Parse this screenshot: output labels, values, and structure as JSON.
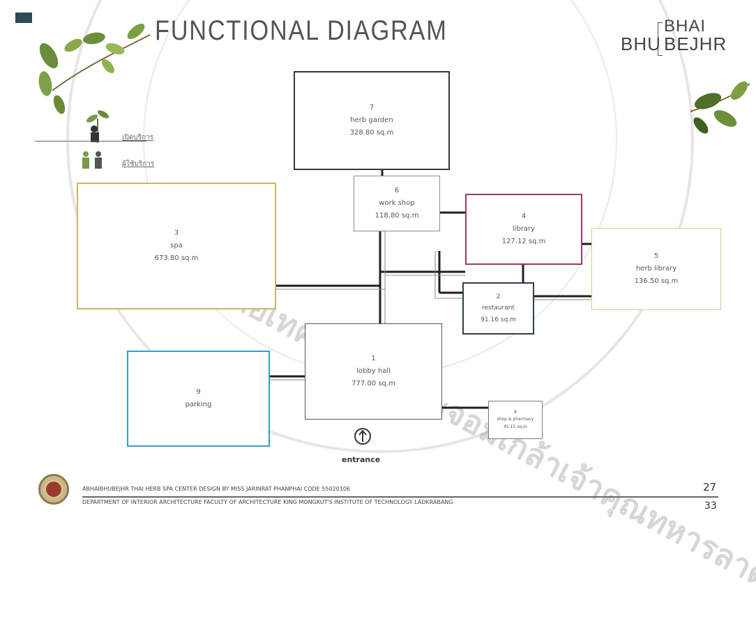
{
  "title": "FUNCTIONAL DIAGRAM",
  "logo": {
    "line1": "BHAI",
    "line2": "BHU",
    "line3": "BEJHR"
  },
  "watermark": {
    "text": "มหาวิทยาลัยเทคโนโลยีพระจอมเกล้าเจ้าคุณทหารลาดกระบัง"
  },
  "legend": [
    {
      "label": "เปิดบริการ"
    },
    {
      "label": "ผู้ใช้บริการ"
    }
  ],
  "zones": {
    "herb_garden": {
      "num": "7",
      "name": "herb garden",
      "area": "328.80 sq.m"
    },
    "work_shop": {
      "num": "6",
      "name": "work shop",
      "area": "118.80 sq.m"
    },
    "spa": {
      "num": "3",
      "name": "spa",
      "area": "673.80 sq.m"
    },
    "library": {
      "num": "4",
      "name": "library",
      "area": "127.12 sq.m"
    },
    "herb_library": {
      "num": "5",
      "name": "herb library",
      "area": "136.50 sq.m"
    },
    "restaurant": {
      "num": "2",
      "name": "restaurant",
      "area": "91.16 sq.m"
    },
    "lobby": {
      "num": "1",
      "name": "lobby hall",
      "area": "777.00 sq.m"
    },
    "parking": {
      "num": "9",
      "name": "parking"
    },
    "shop": {
      "num": "8",
      "name": "shop & pharmacy",
      "area": "45.15 sq.m"
    }
  },
  "entrance": "entrance",
  "footer": {
    "line1": "ABHAIBHUBEJHR THAI HERB SPA CENTER DESIGN BY MISS JARINRAT PHANPHAI CODE 55020106",
    "line2": "DEPARTMENT OF INTERIOR ARCHITECTURE FACULTY OF ARCHITECTURE KING MONGKUT'S INSTITUTE OF TECHNOLOGY LADKRABANG",
    "page_top": "27",
    "page_bottom": "33"
  },
  "colors": {
    "herb_garden": "#2b3a46",
    "work_shop": "#8a8a9a",
    "spa": "#c8b768",
    "library": "#9b3a68",
    "herb_library": "#c9d48a",
    "restaurant": "#2f3f50",
    "lobby": "#555555",
    "parking": "#3a9bc6",
    "shop": "#7a7a7a",
    "circulation": "#1f1f1f"
  }
}
